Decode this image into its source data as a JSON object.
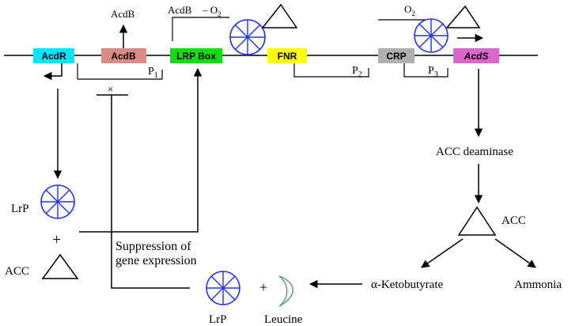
{
  "colors": {
    "acdR": "#00e5ff",
    "acdB": "#d98c86",
    "lrp_box": "#11dd11",
    "fnr": "#ffff00",
    "crp": "#b0b0b0",
    "acdS": "#dd66cc",
    "lrp_symbol": "#2233ee",
    "leucine": "#559977",
    "line": "#000000"
  },
  "genes": {
    "acdR": "AcdR",
    "acdB": "AcdB",
    "lrp_box": "LRP Box",
    "fnr": "FNR",
    "crp": "CRP",
    "acdS": "AcdS"
  },
  "labels": {
    "acdB_product": "AcdB",
    "acdB_top": "AcdB",
    "minus_o2": "– O",
    "o2": "O",
    "o2_sub": "2",
    "p": "P",
    "p1_sub": "1",
    "p2_sub": "2",
    "p3_sub": "3",
    "inhibit": "×",
    "acc_deaminase": "ACC deaminase",
    "acc_right": "ACC",
    "ammonia": "Ammonia",
    "ketobutyrate": "α-Ketobutyrate",
    "lrp_left": "LrP",
    "plus": "+",
    "acc_left": "ACC",
    "suppression_1": "Suppression of",
    "suppression_2": "gene expression",
    "lrp_bottom": "LrP",
    "leucine": "Leucine"
  },
  "icons": [
    "lrp-wheel-icon",
    "acc-triangle-icon",
    "leucine-crescent-icon",
    "arrow-icon",
    "inhibition-icon"
  ]
}
